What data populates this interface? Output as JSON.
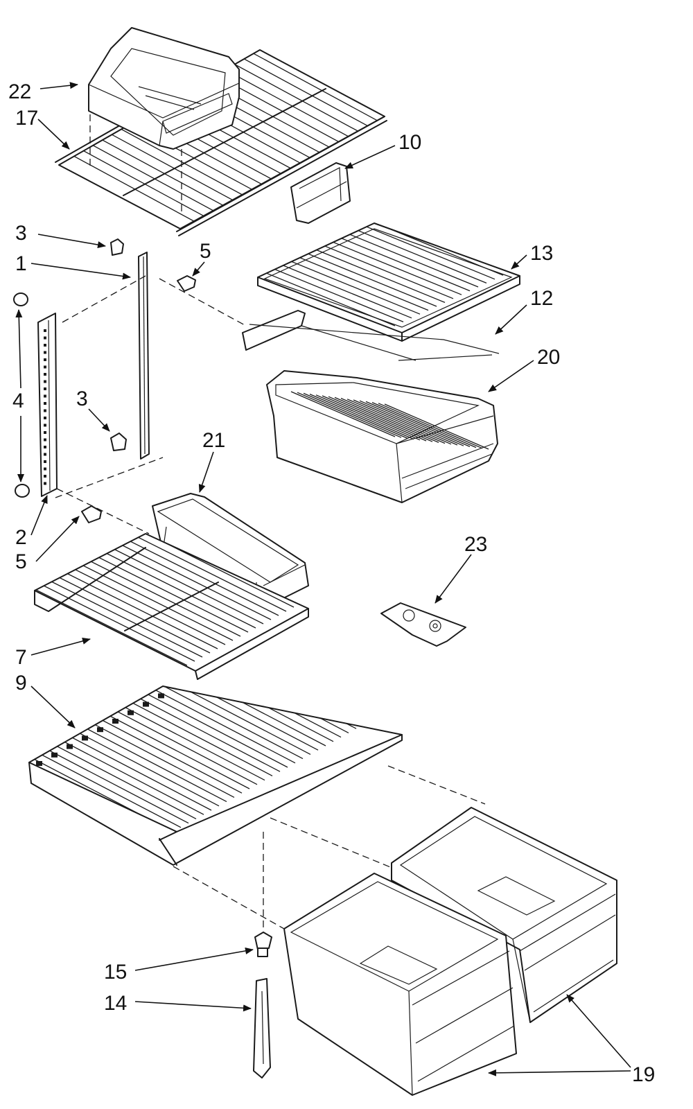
{
  "callouts": [
    {
      "id": "c22",
      "text": "22"
    },
    {
      "id": "c17",
      "text": "17"
    },
    {
      "id": "c10",
      "text": "10"
    },
    {
      "id": "c3a",
      "text": "3"
    },
    {
      "id": "c1",
      "text": "1"
    },
    {
      "id": "c5a",
      "text": "5"
    },
    {
      "id": "c13",
      "text": "13"
    },
    {
      "id": "c12",
      "text": "12"
    },
    {
      "id": "c20",
      "text": "20"
    },
    {
      "id": "c4",
      "text": "4"
    },
    {
      "id": "c3b",
      "text": "3"
    },
    {
      "id": "c21",
      "text": "21"
    },
    {
      "id": "c2",
      "text": "2"
    },
    {
      "id": "c5b",
      "text": "5"
    },
    {
      "id": "c23",
      "text": "23"
    },
    {
      "id": "c7",
      "text": "7"
    },
    {
      "id": "c9",
      "text": "9"
    },
    {
      "id": "c15",
      "text": "15"
    },
    {
      "id": "c14",
      "text": "14"
    },
    {
      "id": "c19",
      "text": "19"
    }
  ]
}
